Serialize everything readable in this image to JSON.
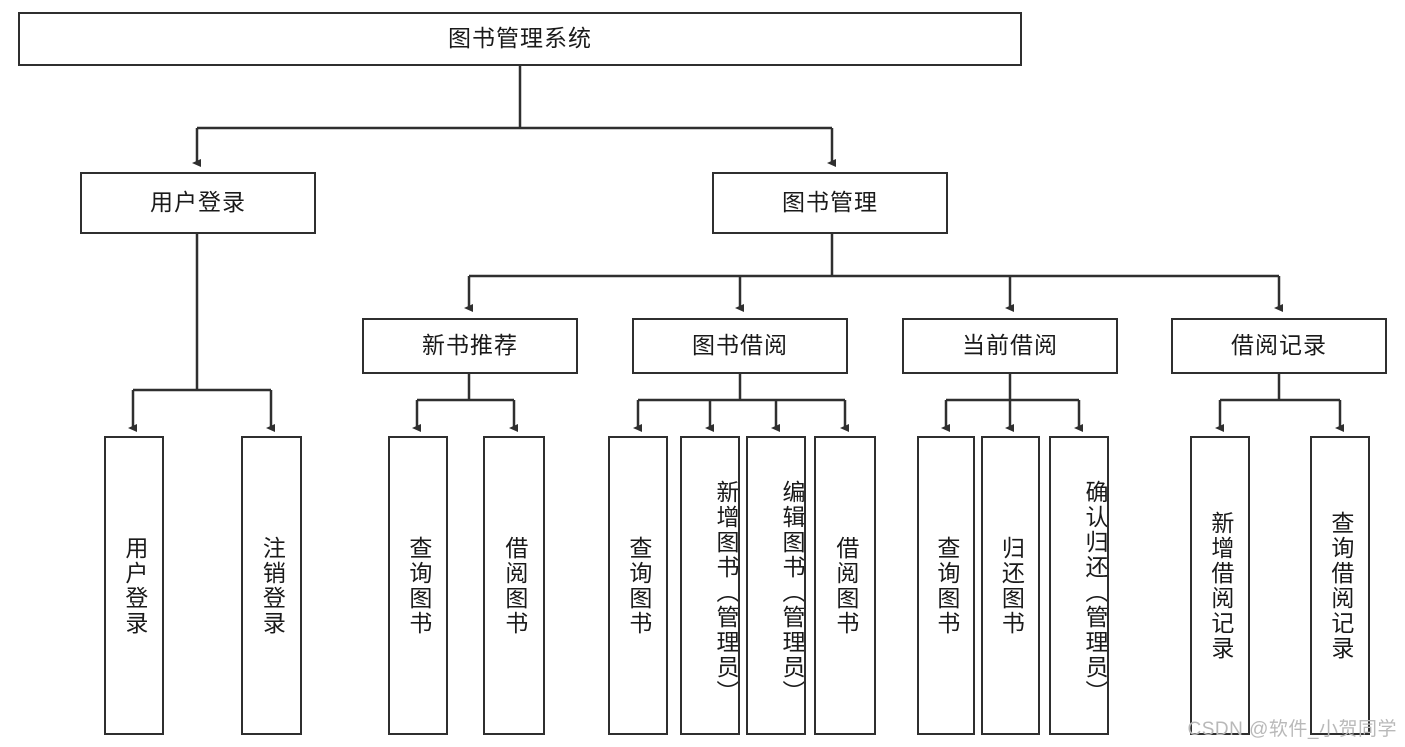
{
  "diagram": {
    "title": "图书管理系统",
    "type": "tree-hierarchy-diagram",
    "colors": {
      "box_border": "#2f2f2f",
      "box_fill": "#ffffff",
      "edge": "#2f2f2f",
      "text": "#1a1a1a",
      "watermark": "#b9b9b9",
      "background": "#ffffff"
    },
    "levels": {
      "root": {
        "label": "图书管理系统"
      },
      "level2": [
        {
          "label": "用户登录"
        },
        {
          "label": "图书管理"
        }
      ],
      "level3": [
        {
          "label": "新书推荐"
        },
        {
          "label": "图书借阅"
        },
        {
          "label": "当前借阅"
        },
        {
          "label": "借阅记录"
        }
      ],
      "leaves": [
        {
          "label": "用户登录",
          "parent": "用户登录"
        },
        {
          "label": "注销登录",
          "parent": "用户登录"
        },
        {
          "label": "查询图书",
          "parent": "新书推荐"
        },
        {
          "label": "借阅图书",
          "parent": "新书推荐"
        },
        {
          "label": "查询图书",
          "parent": "图书借阅"
        },
        {
          "label": "新增图书（管理员）",
          "parent": "图书借阅"
        },
        {
          "label": "编辑图书（管理员）",
          "parent": "图书借阅"
        },
        {
          "label": "借阅图书",
          "parent": "图书借阅"
        },
        {
          "label": "查询图书",
          "parent": "当前借阅"
        },
        {
          "label": "归还图书",
          "parent": "当前借阅"
        },
        {
          "label": "确认归还（管理员）",
          "parent": "当前借阅"
        },
        {
          "label": "新增借阅记录",
          "parent": "借阅记录"
        },
        {
          "label": "查询借阅记录",
          "parent": "借阅记录"
        }
      ]
    },
    "watermark": "CSDN @软件_小贺同学"
  }
}
